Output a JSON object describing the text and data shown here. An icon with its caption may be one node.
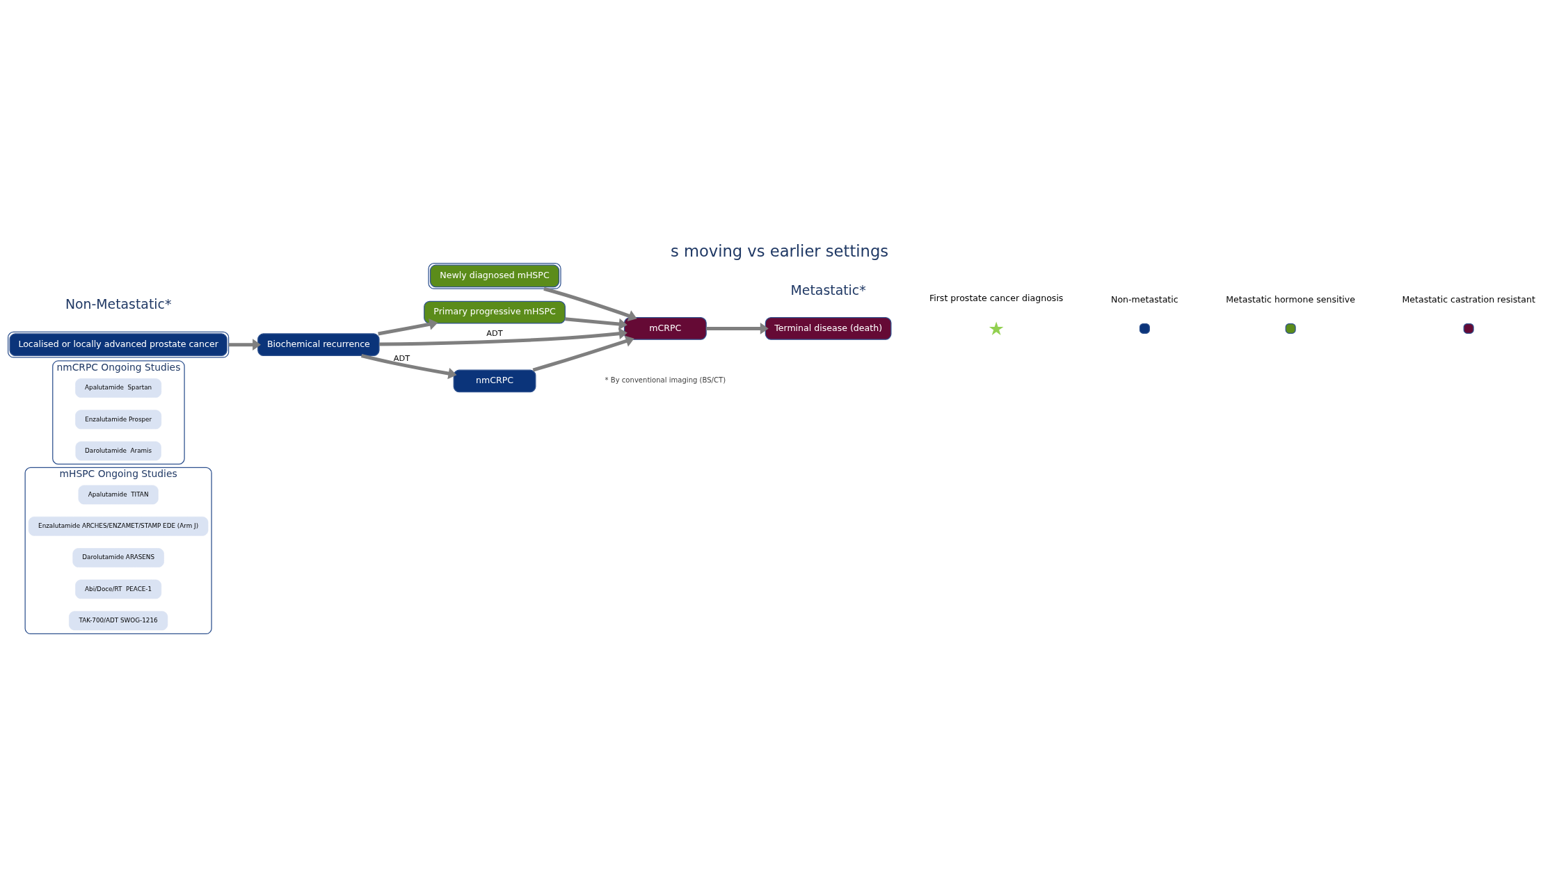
{
  "diagram": {
    "title": "s moving vs earlier settings",
    "nodes": [
      {
        "text": [
          "mHSPC Ongoing Studies"
        ]
      },
      {
        "text": [
          "Apalutamide  TITAN"
        ],
        "in": 0
      },
      {
        "text": [
          "Enzalutamide ARCHES/ENZAMET/STAMP EDE (Arm J)"
        ],
        "in": 0
      },
      {
        "text": [
          "Darolutamide ARASENS"
        ],
        "in": 0
      },
      {
        "text": [
          "Abi/Doce/RT  PEACE-1"
        ],
        "in": 0
      },
      {
        "text": [
          "TAK-700/ADT SWOG-1216"
        ],
        "in": 0
      },
      {
        "text": [
          "Newly diagnosed mHSPC"
        ]
      },
      {
        "text": [
          "Primary progressive mHSPC"
        ]
      },
      {
        "text": [
          "Localised or locally advanced prostate cancer"
        ]
      },
      {
        "text": [
          "Biochemical recurrence"
        ]
      },
      {
        "text": [
          "mCRPC"
        ]
      },
      {
        "text": [
          "Terminal disease (death)"
        ]
      },
      {
        "text": [
          "nmCRPC Ongoing Studies"
        ]
      },
      {
        "text": [
          "Apalutamide  Spartan"
        ],
        "in": 12
      },
      {
        "text": [
          "Enzalutamide Prosper"
        ],
        "in": 12
      },
      {
        "text": [
          "Darolutamide  Aramis"
        ],
        "in": 12
      },
      {
        "text": [
          "nmCRPC"
        ]
      }
    ],
    "edges": [
      {
        "from": 8,
        "to": 9,
        "arrow": "to"
      },
      {
        "from": 9,
        "to": 7,
        "arrow": "to"
      },
      {
        "from": 9,
        "to": 10,
        "arrow": "to",
        "label": "ADT"
      },
      {
        "from": 9,
        "to": 16,
        "arrow": "to",
        "label": "ADT"
      },
      {
        "from": 6,
        "to": 10,
        "arrow": "to"
      },
      {
        "from": 7,
        "to": 10,
        "arrow": "to"
      },
      {
        "from": 16,
        "to": 10,
        "arrow": "to"
      },
      {
        "from": 10,
        "to": 11,
        "arrow": "to"
      }
    ],
    "labels": [
      "Non-Metastatic*",
      "Metastatic*",
      "* By conventional imaging (BS/CT)"
    ],
    "legend": [
      {
        "text": "First prostate cancer diagnosis"
      },
      {
        "text": "Non-metastatic",
        "color": "#0b347a"
      },
      {
        "text": "Metastatic hormone sensitive",
        "color": "#5b8c1a"
      },
      {
        "text": "Metastatic castration resistant",
        "color": "#650a35"
      }
    ]
  }
}
